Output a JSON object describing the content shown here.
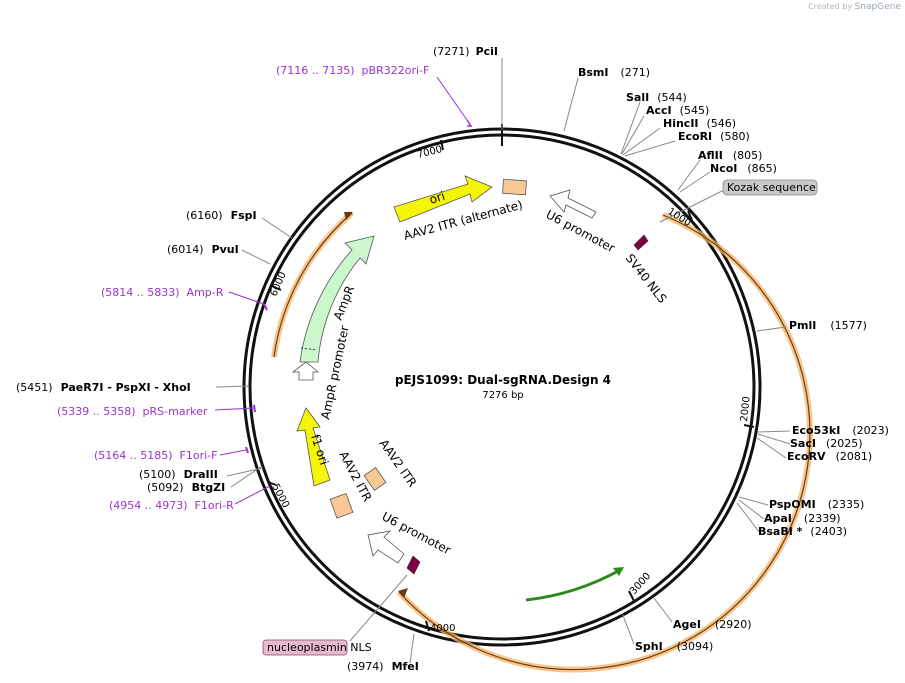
{
  "credit": {
    "prefix": "Created by",
    "brand": "SnapGene"
  },
  "plasmid": {
    "name": "pEJS1099: Dual-sgRNA.Design 4",
    "size": "7276 bp",
    "length": 7276
  },
  "ruler_ticks": [
    {
      "bp": 1000,
      "label": "1000"
    },
    {
      "bp": 2000,
      "label": "2000"
    },
    {
      "bp": 3000,
      "label": "3000"
    },
    {
      "bp": 4000,
      "label": "4000"
    },
    {
      "bp": 5000,
      "label": "5000"
    },
    {
      "bp": 6000,
      "label": "6000"
    },
    {
      "bp": 7000,
      "label": "7000"
    }
  ],
  "sites": [
    {
      "id": "pcii",
      "enzyme": "PciI",
      "pos": "(7271)",
      "side": "top"
    },
    {
      "id": "bsmi",
      "enzyme": "BsmI",
      "pos": "(271)",
      "side": "right"
    },
    {
      "id": "sali",
      "enzyme": "SalI",
      "pos": "(544)",
      "side": "right"
    },
    {
      "id": "acci",
      "enzyme": "AccI",
      "pos": "(545)",
      "side": "right"
    },
    {
      "id": "hincii",
      "enzyme": "HincII",
      "pos": "(546)",
      "side": "right"
    },
    {
      "id": "ecori",
      "enzyme": "EcoRI",
      "pos": "(580)",
      "side": "right"
    },
    {
      "id": "aflii",
      "enzyme": "AflII",
      "pos": "(805)",
      "side": "right"
    },
    {
      "id": "ncoi",
      "enzyme": "NcoI",
      "pos": "(865)",
      "side": "right"
    },
    {
      "id": "pmli",
      "enzyme": "PmlI",
      "pos": "(1577)",
      "side": "right"
    },
    {
      "id": "eco53ki",
      "enzyme": "Eco53kI",
      "pos": "(2023)",
      "side": "right"
    },
    {
      "id": "saci",
      "enzyme": "SacI",
      "pos": "(2025)",
      "side": "right"
    },
    {
      "id": "ecorv",
      "enzyme": "EcoRV",
      "pos": "(2081)",
      "side": "right"
    },
    {
      "id": "pspomi",
      "enzyme": "PspOMI",
      "pos": "(2335)",
      "side": "right"
    },
    {
      "id": "apai",
      "enzyme": "ApaI",
      "pos": "(2339)",
      "side": "right"
    },
    {
      "id": "bsabi",
      "enzyme": "BsaBI *",
      "pos": "(2403)",
      "side": "right"
    },
    {
      "id": "agei",
      "enzyme": "AgeI",
      "pos": "(2920)",
      "side": "right"
    },
    {
      "id": "sphi",
      "enzyme": "SphI",
      "pos": "(3094)",
      "side": "right"
    },
    {
      "id": "mfei",
      "enzyme": "MfeI",
      "pos": "(3974)",
      "side": "left"
    },
    {
      "id": "btgzi",
      "enzyme": "BtgZI",
      "pos": "(5092)",
      "side": "left"
    },
    {
      "id": "draiii",
      "enzyme": "DraIII",
      "pos": "(5100)",
      "side": "left"
    },
    {
      "id": "xhoi",
      "enzyme": "PaeR7I - PspXI - XhoI",
      "pos": "(5451)",
      "side": "left"
    },
    {
      "id": "pvui",
      "enzyme": "PvuI",
      "pos": "(6014)",
      "side": "left"
    },
    {
      "id": "fspi",
      "enzyme": "FspI",
      "pos": "(6160)",
      "side": "left"
    }
  ],
  "primers": [
    {
      "id": "pbr322ori",
      "label": "(7116 .. 7135)  pBR322ori-F"
    },
    {
      "id": "ampr",
      "label": "(5814 .. 5833)  Amp-R"
    },
    {
      "id": "prs",
      "label": "(5339 .. 5358)  pRS-marker"
    },
    {
      "id": "f1orif",
      "label": "(5164 .. 5185)  F1ori-F"
    },
    {
      "id": "f1orir",
      "label": "(4954 .. 4973)  F1ori-R"
    }
  ],
  "features": {
    "ori": "ori",
    "aav2_itr_alt": "AAV2 ITR (alternate)",
    "u6_promoter_1": "U6 promoter",
    "sv40_nls": "SV40 NLS",
    "ampr": "AmpR",
    "ampr_promoter": "AmpR promoter",
    "f1_ori": "f1 ori",
    "aav2_itr_1": "AAV2 ITR",
    "aav2_itr_2": "AAV2 ITR",
    "u6_promoter_2": "U6 promoter",
    "kozak": "Kozak sequence",
    "nucleoplasmin_nls": "nucleoplasmin NLS"
  },
  "colors": {
    "backbone": "#111111",
    "orf": "#f3b366",
    "ori": "#f5f50a",
    "ampr": "#ccf7cc",
    "itr": "#f9c896",
    "nls": "#800040",
    "primer": "#9b32cc",
    "green_arrow": "#2a8a1a",
    "kozak_box": "#c8c8c8",
    "nucleo_box": "#e7b9cf"
  }
}
